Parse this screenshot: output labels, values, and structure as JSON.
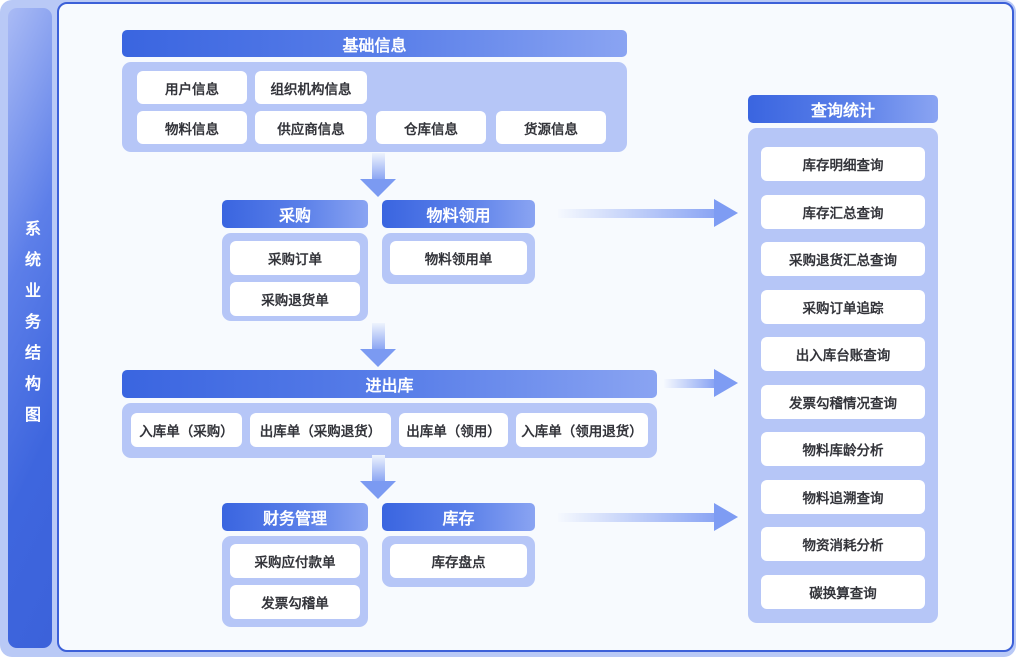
{
  "sidebar": {
    "title": "系统业务结构图"
  },
  "sections": {
    "basic_info": {
      "title": "基础信息",
      "items": [
        "用户信息",
        "组织机构信息",
        "物料信息",
        "供应商信息",
        "仓库信息",
        "货源信息"
      ]
    },
    "purchase": {
      "title": "采购",
      "items": [
        "采购订单",
        "采购退货单"
      ]
    },
    "requisition": {
      "title": "物料领用",
      "items": [
        "物料领用单"
      ]
    },
    "inout": {
      "title": "进出库",
      "items": [
        "入库单（采购）",
        "出库单（采购退货）",
        "出库单（领用）",
        "入库单（领用退货）"
      ]
    },
    "finance": {
      "title": "财务管理",
      "items": [
        "采购应付款单",
        "发票勾稽单"
      ]
    },
    "inventory": {
      "title": "库存",
      "items": [
        "库存盘点"
      ]
    },
    "query": {
      "title": "查询统计",
      "items": [
        "库存明细查询",
        "库存汇总查询",
        "采购退货汇总查询",
        "采购订单追踪",
        "出入库台账查询",
        "发票勾稽情况查询",
        "物料库龄分析",
        "物料追溯查询",
        "物资消耗分析",
        "碳换算查询"
      ]
    }
  },
  "colors": {
    "header_gradient_start": "#3a65e0",
    "header_gradient_end": "#8aa4f2",
    "group_background": "#b6c6f7",
    "panel_background": "#f7fafe",
    "panel_border": "#3c60d8",
    "outer_background": "#b9c9f6",
    "arrow": "#7e9cf3",
    "node_text": "#33343a"
  }
}
